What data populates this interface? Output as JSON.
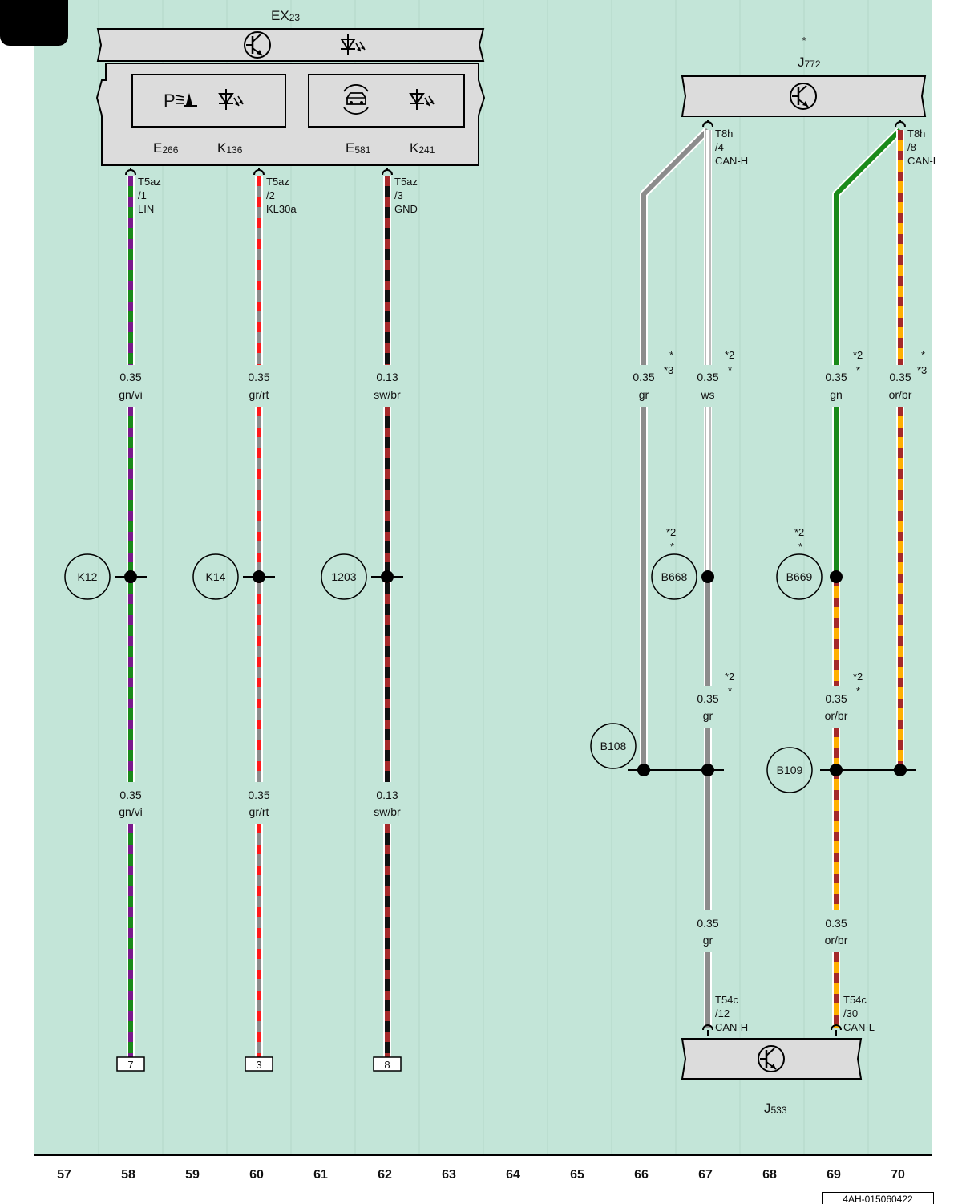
{
  "page_tab": "",
  "diagram_id": "4AH-015060422",
  "components": {
    "ex23": {
      "prefix": "EX",
      "sub": "23"
    },
    "e266": {
      "prefix": "E",
      "sub": "266"
    },
    "k136": {
      "prefix": "K",
      "sub": "136"
    },
    "e581": {
      "prefix": "E",
      "sub": "581"
    },
    "k241": {
      "prefix": "K",
      "sub": "241"
    },
    "j772": {
      "prefix": "J",
      "sub": "772",
      "star": "*"
    },
    "j533": {
      "prefix": "J",
      "sub": "533"
    }
  },
  "pins": {
    "lin": [
      "T5az",
      "/1",
      "LIN"
    ],
    "kl30a": [
      "T5az",
      "/2",
      "KL30a"
    ],
    "gnd": [
      "T5az",
      "/3",
      "GND"
    ],
    "canh_top": [
      "T8h",
      "/4",
      "CAN-H"
    ],
    "canl_top": [
      "T8h",
      "/8",
      "CAN-L"
    ],
    "canh_bot": [
      "T54c",
      "/12",
      "CAN-H"
    ],
    "canl_bot": [
      "T54c",
      "/30",
      "CAN-L"
    ]
  },
  "wire_labels": {
    "w58a": [
      "0.35",
      "gn/vi"
    ],
    "w58b": [
      "0.35",
      "gn/vi"
    ],
    "w60a": [
      "0.35",
      "gr/rt"
    ],
    "w60b": [
      "0.35",
      "gr/rt"
    ],
    "w62a": [
      "0.13",
      "sw/br"
    ],
    "w62b": [
      "0.13",
      "sw/br"
    ],
    "w66": [
      "0.35",
      "gr"
    ],
    "w67a": [
      "0.35",
      "ws"
    ],
    "w67b": [
      "0.35",
      "gr"
    ],
    "w67c": [
      "0.35",
      "gr"
    ],
    "w69a": [
      "0.35",
      "gn"
    ],
    "w69b": [
      "0.35",
      "or/br"
    ],
    "w69c": [
      "0.35",
      "or/br"
    ],
    "w70": [
      "0.35",
      "or/br"
    ]
  },
  "notes": {
    "n66": [
      "*",
      "*3"
    ],
    "n67a": [
      "*2",
      "*"
    ],
    "n69a": [
      "*2",
      "*"
    ],
    "n70": [
      "*",
      "*3"
    ],
    "nb668": [
      "*2",
      "*"
    ],
    "nb669": [
      "*2",
      "*"
    ],
    "n67b": [
      "*2",
      "*"
    ],
    "n69b": [
      "*2",
      "*"
    ]
  },
  "connectors": {
    "k12": "K12",
    "k14": "K14",
    "c1203": "1203",
    "b668": "B668",
    "b669": "B669",
    "b108": "B108",
    "b109": "B109"
  },
  "terminals": {
    "t58": "7",
    "t60": "3",
    "t62": "8"
  },
  "columns": [
    "57",
    "58",
    "59",
    "60",
    "61",
    "62",
    "63",
    "64",
    "65",
    "66",
    "67",
    "68",
    "69",
    "70"
  ],
  "colors": {
    "background": "#c3e5d8",
    "box": "#dcdcdc",
    "gn": "#1a8a1a",
    "vi": "#7a1a8c",
    "gr": "#8c8c8c",
    "rt": "#ff1a1a",
    "sw": "#111111",
    "br": "#a52a2a",
    "ws": "#ffffff",
    "or": "#ffb000"
  }
}
